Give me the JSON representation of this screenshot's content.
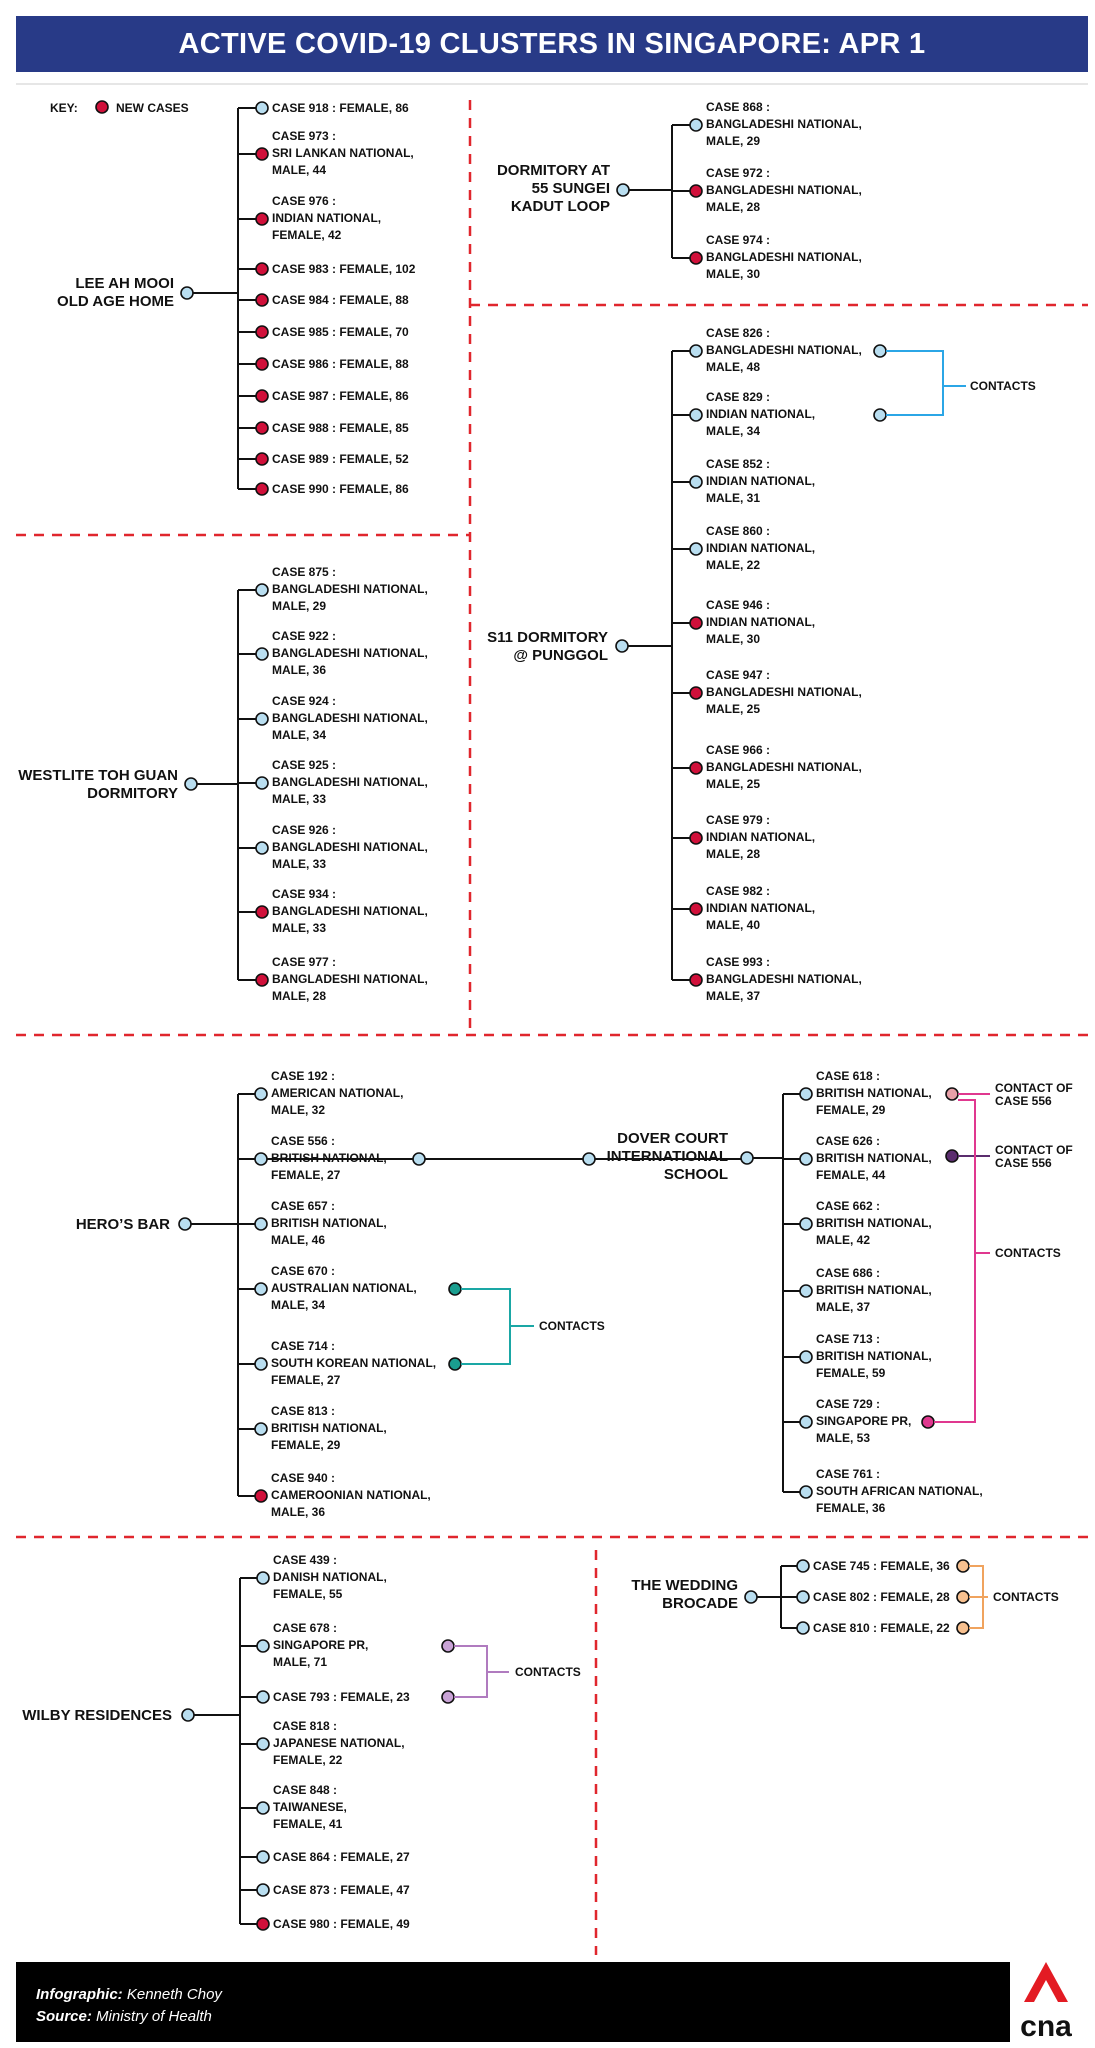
{
  "title": "ACTIVE COVID-19 CLUSTERS IN SINGAPORE: APR 1",
  "key": {
    "label": "KEY:",
    "new_cases": "NEW CASES"
  },
  "colors": {
    "existing": "#b9def0",
    "new": "#d0103a",
    "divider": "#e0262d",
    "title_bg": "#283a87"
  },
  "clusters": [
    {
      "name": [
        "LEE AH MOOI",
        "OLD AGE HOME"
      ],
      "cases": [
        {
          "lines": [
            "CASE 918 : FEMALE, 86"
          ],
          "new": false
        },
        {
          "lines": [
            "CASE 973 :",
            "SRI LANKAN NATIONAL,",
            "MALE, 44"
          ],
          "new": true
        },
        {
          "lines": [
            "CASE 976 :",
            "INDIAN NATIONAL,",
            "FEMALE, 42"
          ],
          "new": true
        },
        {
          "lines": [
            "CASE 983 : FEMALE, 102"
          ],
          "new": true
        },
        {
          "lines": [
            "CASE 984 : FEMALE, 88"
          ],
          "new": true
        },
        {
          "lines": [
            "CASE 985 : FEMALE, 70"
          ],
          "new": true
        },
        {
          "lines": [
            "CASE 986 : FEMALE, 88"
          ],
          "new": true
        },
        {
          "lines": [
            "CASE 987 : FEMALE, 86"
          ],
          "new": true
        },
        {
          "lines": [
            "CASE 988 : FEMALE, 85"
          ],
          "new": true
        },
        {
          "lines": [
            "CASE 989 : FEMALE, 52"
          ],
          "new": true
        },
        {
          "lines": [
            "CASE 990 : FEMALE, 86"
          ],
          "new": true
        }
      ]
    },
    {
      "name": [
        "DORMITORY AT",
        "55 SUNGEI",
        "KADUT LOOP"
      ],
      "cases": [
        {
          "lines": [
            "CASE 868 :",
            "BANGLADESHI NATIONAL,",
            "MALE, 29"
          ],
          "new": false
        },
        {
          "lines": [
            "CASE 972 :",
            "BANGLADESHI NATIONAL,",
            "MALE, 28"
          ],
          "new": true
        },
        {
          "lines": [
            "CASE 974 :",
            "BANGLADESHI NATIONAL,",
            "MALE, 30"
          ],
          "new": true
        }
      ]
    },
    {
      "name": [
        "WESTLITE TOH GUAN",
        "DORMITORY"
      ],
      "cases": [
        {
          "lines": [
            "CASE 875 :",
            "BANGLADESHI NATIONAL,",
            "MALE, 29"
          ],
          "new": false
        },
        {
          "lines": [
            "CASE 922 :",
            "BANGLADESHI NATIONAL,",
            "MALE, 36"
          ],
          "new": false
        },
        {
          "lines": [
            "CASE 924 :",
            "BANGLADESHI NATIONAL,",
            "MALE, 34"
          ],
          "new": false
        },
        {
          "lines": [
            "CASE 925 :",
            "BANGLADESHI NATIONAL,",
            "MALE, 33"
          ],
          "new": false
        },
        {
          "lines": [
            "CASE 926 :",
            "BANGLADESHI NATIONAL,",
            "MALE, 33"
          ],
          "new": false
        },
        {
          "lines": [
            "CASE 934 :",
            "BANGLADESHI NATIONAL,",
            "MALE, 33"
          ],
          "new": true
        },
        {
          "lines": [
            "CASE 977 :",
            "BANGLADESHI NATIONAL,",
            "MALE, 28"
          ],
          "new": true
        }
      ]
    },
    {
      "name": [
        "S11 DORMITORY",
        "@ PUNGGOL"
      ],
      "cases": [
        {
          "lines": [
            "CASE 826 :",
            "BANGLADESHI NATIONAL,",
            "MALE, 48"
          ],
          "new": false
        },
        {
          "lines": [
            "CASE 829 :",
            "INDIAN NATIONAL,",
            "MALE, 34"
          ],
          "new": false
        },
        {
          "lines": [
            "CASE 852 :",
            "INDIAN NATIONAL,",
            "MALE, 31"
          ],
          "new": false
        },
        {
          "lines": [
            "CASE 860 :",
            "INDIAN NATIONAL,",
            "MALE, 22"
          ],
          "new": false
        },
        {
          "lines": [
            "CASE 946 :",
            "INDIAN NATIONAL,",
            "MALE, 30"
          ],
          "new": true
        },
        {
          "lines": [
            "CASE 947 :",
            "BANGLADESHI NATIONAL,",
            "MALE, 25"
          ],
          "new": true
        },
        {
          "lines": [
            "CASE 966 :",
            "BANGLADESHI NATIONAL,",
            "MALE, 25"
          ],
          "new": true
        },
        {
          "lines": [
            "CASE 979 :",
            "INDIAN NATIONAL,",
            "MALE, 28"
          ],
          "new": true
        },
        {
          "lines": [
            "CASE 982 :",
            "INDIAN NATIONAL,",
            "MALE, 40"
          ],
          "new": true
        },
        {
          "lines": [
            "CASE 993 :",
            "BANGLADESHI NATIONAL,",
            "MALE, 37"
          ],
          "new": true
        }
      ],
      "contacts_label": "CONTACTS"
    },
    {
      "name": [
        "HERO’S BAR"
      ],
      "cases": [
        {
          "lines": [
            "CASE 192 :",
            "AMERICAN NATIONAL,",
            "MALE, 32"
          ],
          "new": false
        },
        {
          "lines": [
            "CASE 556 :",
            "BRITISH NATIONAL,",
            "FEMALE, 27"
          ],
          "new": false
        },
        {
          "lines": [
            "CASE 657 :",
            "BRITISH NATIONAL,",
            "MALE, 46"
          ],
          "new": false
        },
        {
          "lines": [
            "CASE 670 :",
            "AUSTRALIAN NATIONAL,",
            "MALE, 34"
          ],
          "new": false
        },
        {
          "lines": [
            "CASE 714 :",
            "SOUTH KOREAN NATIONAL,",
            "FEMALE, 27"
          ],
          "new": false
        },
        {
          "lines": [
            "CASE 813 :",
            "BRITISH NATIONAL,",
            "FEMALE, 29"
          ],
          "new": false
        },
        {
          "lines": [
            "CASE 940 :",
            "CAMEROONIAN NATIONAL,",
            "MALE, 36"
          ],
          "new": true
        }
      ],
      "contacts_label": "CONTACTS"
    },
    {
      "name": [
        "DOVER COURT",
        "INTERNATIONAL",
        "SCHOOL"
      ],
      "cases": [
        {
          "lines": [
            "CASE 618 :",
            "BRITISH NATIONAL,",
            "FEMALE, 29"
          ],
          "new": false
        },
        {
          "lines": [
            "CASE 626 :",
            "BRITISH NATIONAL,",
            "FEMALE, 44"
          ],
          "new": false
        },
        {
          "lines": [
            "CASE 662 :",
            "BRITISH NATIONAL,",
            "MALE, 42"
          ],
          "new": false
        },
        {
          "lines": [
            "CASE 686 :",
            "BRITISH NATIONAL,",
            "MALE, 37"
          ],
          "new": false
        },
        {
          "lines": [
            "CASE 713 :",
            "BRITISH NATIONAL,",
            "FEMALE, 59"
          ],
          "new": false
        },
        {
          "lines": [
            "CASE 729 :",
            "SINGAPORE PR,",
            "MALE, 53"
          ],
          "new": false
        },
        {
          "lines": [
            "CASE 761 :",
            "SOUTH AFRICAN NATIONAL,",
            "FEMALE, 36"
          ],
          "new": false
        }
      ],
      "contact_labels": [
        [
          "CONTACT OF",
          "CASE 556"
        ],
        [
          "CONTACT OF",
          "CASE 556"
        ],
        [
          "CONTACTS"
        ]
      ]
    },
    {
      "name": [
        "WILBY RESIDENCES"
      ],
      "cases": [
        {
          "lines": [
            "CASE 439 :",
            "DANISH NATIONAL,",
            "FEMALE, 55"
          ],
          "new": false
        },
        {
          "lines": [
            "CASE 678 :",
            "SINGAPORE PR,",
            "MALE, 71"
          ],
          "new": false
        },
        {
          "lines": [
            "CASE 793 : FEMALE, 23"
          ],
          "new": false
        },
        {
          "lines": [
            "CASE 818 :",
            "JAPANESE NATIONAL,",
            "FEMALE, 22"
          ],
          "new": false
        },
        {
          "lines": [
            "CASE 848 :",
            "TAIWANESE,",
            "FEMALE, 41"
          ],
          "new": false
        },
        {
          "lines": [
            "CASE 864 : FEMALE, 27"
          ],
          "new": false
        },
        {
          "lines": [
            "CASE 873 : FEMALE, 47"
          ],
          "new": false
        },
        {
          "lines": [
            "CASE 980 : FEMALE, 49"
          ],
          "new": true
        }
      ],
      "contacts_label": "CONTACTS"
    },
    {
      "name": [
        "THE WEDDING",
        "BROCADE"
      ],
      "cases": [
        {
          "lines": [
            "CASE 745 : FEMALE, 36"
          ],
          "new": false
        },
        {
          "lines": [
            "CASE 802 : FEMALE, 28"
          ],
          "new": false
        },
        {
          "lines": [
            "CASE 810 : FEMALE, 22"
          ],
          "new": false
        }
      ],
      "contacts_label": "CONTACTS"
    }
  ],
  "footer": {
    "infographic_label": "Infographic:",
    "infographic_value": "Kenneth Choy",
    "source_label": "Source:",
    "source_value": "Ministry of Health",
    "logo": "cna"
  }
}
